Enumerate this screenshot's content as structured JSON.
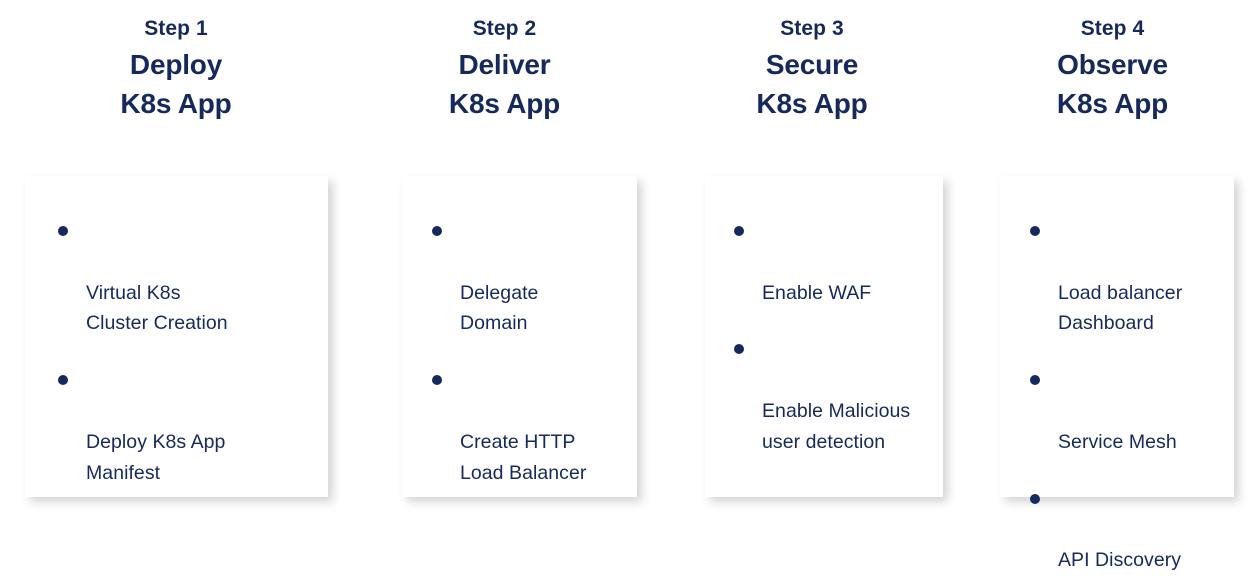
{
  "page": {
    "background_color": "#ffffff",
    "accent_color": "#16295a",
    "title": "Kubernetes Application Lifecycle Steps"
  },
  "columns": [
    {
      "step_label": "Step 1",
      "step_title": "Deploy\nK8s App",
      "bullets": [
        "Virtual K8s\nCluster Creation",
        "Deploy K8s App\nManifest"
      ]
    },
    {
      "step_label": "Step 2",
      "step_title": "Deliver\nK8s App",
      "bullets": [
        "Delegate\nDomain",
        "Create HTTP\nLoad Balancer"
      ]
    },
    {
      "step_label": "Step 3",
      "step_title": "Secure\nK8s App",
      "bullets": [
        "Enable WAF",
        "Enable Malicious\nuser detection"
      ]
    },
    {
      "step_label": "Step 4",
      "step_title": "Observe\nK8s App",
      "bullets": [
        "Load balancer\nDashboard",
        "Service Mesh",
        "API Discovery"
      ]
    }
  ]
}
